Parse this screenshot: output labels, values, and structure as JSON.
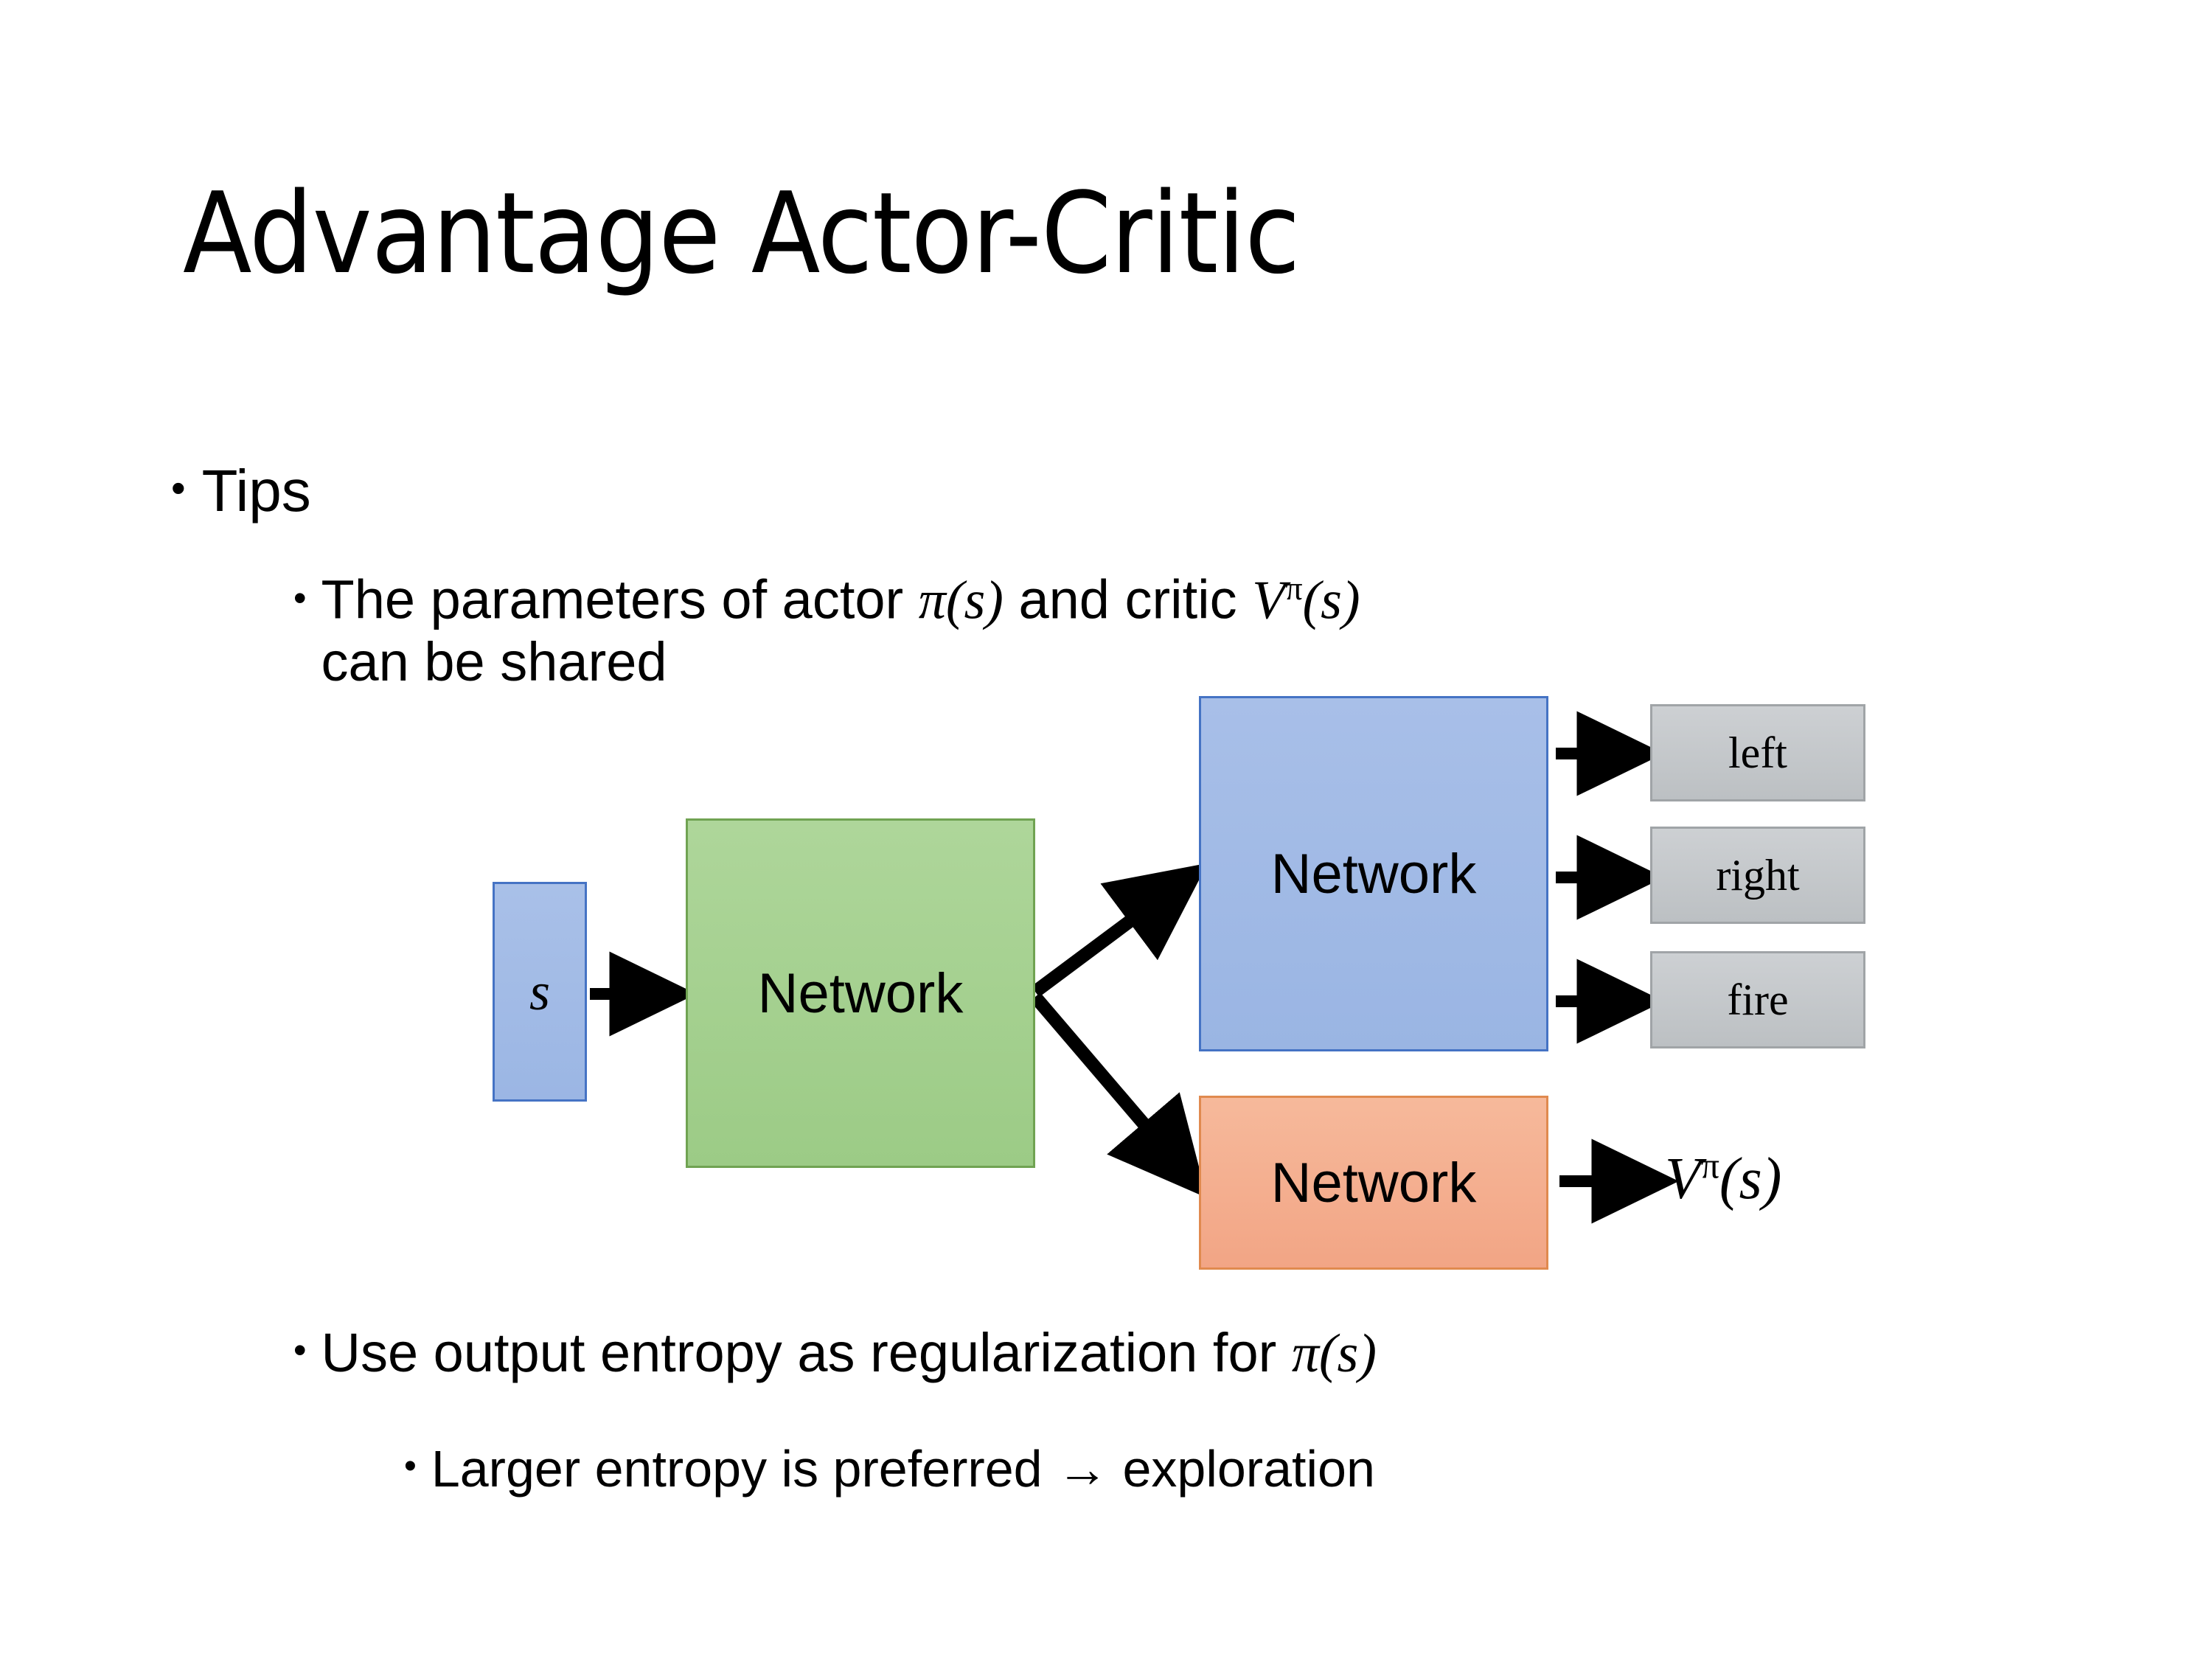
{
  "slide": {
    "title": "Advantage Actor-Critic",
    "bullets": [
      {
        "level": 1,
        "marker": "•",
        "text": "Tips"
      },
      {
        "level": 2,
        "marker": "•",
        "text": "The parameters of actor π(s)  and critic Vπ(s) can be shared",
        "parts": {
          "lead": "The parameters of actor ",
          "pi_of_s": "π(s)",
          "mid": "  and critic ",
          "v_letter": "V",
          "v_sup": "π",
          "v_arg": "(s)",
          "line2": "can be shared"
        }
      },
      {
        "level": 2,
        "marker": "•",
        "text": "Use output entropy as regularization for π(s)",
        "parts": {
          "lead": "Use output entropy as regularization for ",
          "pi_of_s": "π(s)"
        }
      },
      {
        "level": 3,
        "marker": "•",
        "text": "Larger entropy is preferred → exploration"
      }
    ]
  },
  "diagram": {
    "input_box": {
      "label": "s",
      "fill": "#9fbae5",
      "border": "#4573c4"
    },
    "shared_network": {
      "label": "Network",
      "fill": "#a4d08e",
      "border": "#70a352"
    },
    "actor_network": {
      "label": "Network",
      "fill": "#9fb8e5",
      "border": "#4573c4"
    },
    "critic_network": {
      "label": "Network",
      "fill": "#f4ac8c",
      "border": "#e08a4f"
    },
    "action_outputs": [
      {
        "label": "left",
        "fill": "#c4c8cb",
        "border": "#a0a4a7"
      },
      {
        "label": "right",
        "fill": "#c4c8cb",
        "border": "#a0a4a7"
      },
      {
        "label": "fire",
        "fill": "#c4c8cb",
        "border": "#a0a4a7"
      }
    ],
    "critic_output": {
      "letter": "V",
      "superscript": "π",
      "argument": "(s)"
    },
    "arrow_color": "#000000"
  }
}
